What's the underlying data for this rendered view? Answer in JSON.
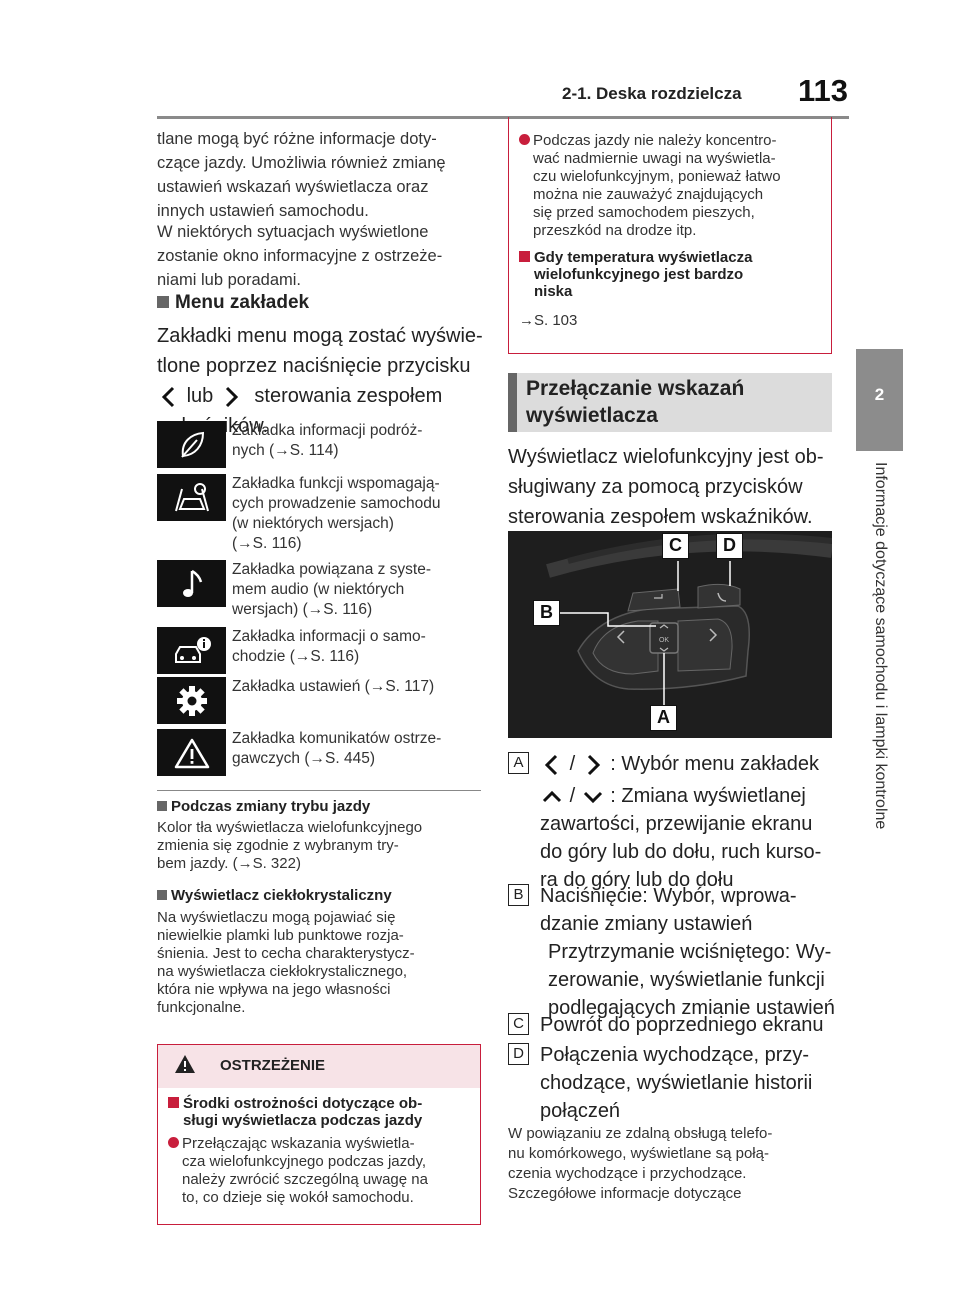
{
  "header": {
    "section": "2-1. Deska rozdzielcza",
    "page_number": "113"
  },
  "side_tab": {
    "number": "2",
    "text": "Informacje dotyczące samochodu i lampki kontrolne"
  },
  "left": {
    "p1": [
      "tlane mogą być różne informacje doty-",
      "czące jazdy. Umożliwia również zmianę",
      "ustawień wskazań wyświetlacza oraz",
      "innych ustawień samochodu."
    ],
    "p2": [
      "W niektórych sytuacjach wyświetlone",
      "zostanie okno informacyjne z ostrzeże-",
      "niami lub poradami."
    ],
    "menu_heading": "Menu zakładek",
    "menu_p": [
      "Zakładki menu mogą zostać wyświe-",
      "tlone poprzez naciśnięcie przycisku"
    ],
    "menu_p_lub": "lub",
    "menu_p_end": "sterowania zespołem",
    "menu_p_last": "wskaźników.",
    "tabs": [
      {
        "icon": "leaf-icon",
        "lines": [
          "Zakładka informacji podróż-",
          "nych (→S. 114)"
        ]
      },
      {
        "icon": "driving-assist-icon",
        "lines": [
          "Zakładka funkcji wspomagają-",
          "cych prowadzenie samochodu",
          "(w niektórych wersjach)",
          "(→S. 116)"
        ]
      },
      {
        "icon": "music-note-icon",
        "lines": [
          "Zakładka powiązana z syste-",
          "mem audio (w niektórych",
          "wersjach) (→S. 116)"
        ]
      },
      {
        "icon": "car-info-icon",
        "lines": [
          "Zakładka informacji o samo-",
          "chodzie (→S. 116)"
        ]
      },
      {
        "icon": "gear-icon",
        "lines": [
          "Zakładka ustawień (→S. 117)"
        ]
      },
      {
        "icon": "warning-triangle-icon",
        "lines": [
          "Zakładka komunikatów ostrze-",
          "gawczych (→S. 445)"
        ]
      }
    ],
    "drive_mode_heading": "Podczas zmiany trybu jazdy",
    "drive_mode_text": [
      "Kolor tła wyświetlacza wielofunkcyjnego",
      "zmienia się zgodnie z wybranym try-",
      "bem jazdy. (→S. 322)"
    ],
    "lcd_heading": "Wyświetlacz ciekłokrystaliczny",
    "lcd_text": [
      "Na wyświetlaczu mogą pojawiać się",
      "niewielkie plamki lub punktowe rozja-",
      "śnienia. Jest to cecha charakterystycz-",
      "na wyświetlacza ciekłokrystalicznego,",
      "która nie wpływa na jego własności",
      "funkcjonalne."
    ],
    "warning": {
      "title": "OSTRZEŻENIE",
      "heading": [
        "Środki ostrożności dotyczące ob-",
        "sługi wyświetlacza podczas jazdy"
      ],
      "bullet": [
        "Przełączając wskazania wyświetla-",
        "cza wielofunkcyjnego podczas jazdy,",
        "należy zwrócić szczególną uwagę na",
        "to, co dzieje się wokół samochodu."
      ]
    }
  },
  "right": {
    "box_bullet": [
      "Podczas jazdy nie należy koncentro-",
      "wać nadmiernie uwagi na wyświetla-",
      "czu wielofunkcyjnym, ponieważ łatwo",
      "można nie zauważyć znajdujących",
      "się przed samochodem pieszych,",
      "przeszkód na drodze itp."
    ],
    "box_heading": [
      "Gdy temperatura wyświetlacza",
      "wielofunkcyjnego jest bardzo",
      "niska"
    ],
    "box_ref": "→S. 103",
    "section_title": [
      "Przełączanie wskazań",
      "wyświetlacza"
    ],
    "intro": [
      "Wyświetlacz wielofunkcyjny jest ob-",
      "sługiwany za pomocą przycisków",
      "sterowania zespołem wskaźników."
    ],
    "photo_labels": [
      "C",
      "D",
      "B",
      "A"
    ],
    "items": [
      {
        "key": "A",
        "sep": "/",
        "line1_end": ": Wybór menu zakładek",
        "line2_end": ": Zmiana wyświetlanej",
        "rest": [
          "zawartości, przewijanie ekranu",
          "do góry lub do dołu, ruch kurso-",
          "ra do góry lub do dołu"
        ]
      },
      {
        "key": "B",
        "lines": [
          "Naciśnięcie: Wybór, wprowa-",
          "dzanie zmiany ustawień",
          "Przytrzymanie wciśniętego: Wy-",
          "zerowanie, wyświetlanie funkcji",
          "podlegających zmianie ustawień"
        ]
      },
      {
        "key": "C",
        "lines": [
          "Powrót do poprzedniego ekranu"
        ]
      },
      {
        "key": "D",
        "lines": [
          "Połączenia wychodzące, przy-",
          "chodzące, wyświetlanie historii",
          "połączeń"
        ]
      }
    ],
    "foot": [
      "W powiązaniu ze zdalną obsługą telefo-",
      "nu komórkowego, wyświetlane są połą-",
      "czenia wychodzące i przychodzące.",
      "Szczegółowe informacje dotyczące"
    ]
  },
  "colors": {
    "accent_red": "#c81e3c",
    "grey_tab": "#8c8c8c",
    "grey_heading": "#dcdcdc"
  }
}
